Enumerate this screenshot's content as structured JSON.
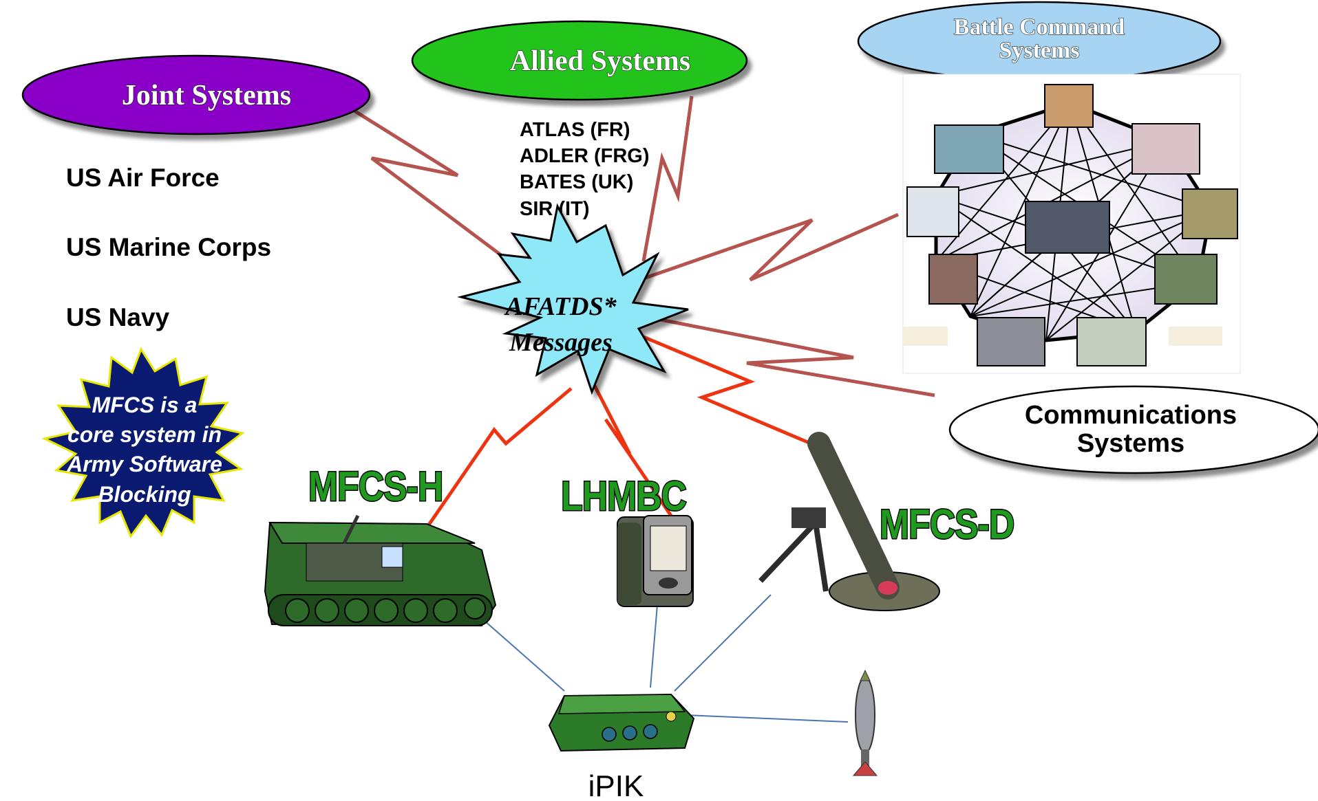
{
  "ovals": {
    "joint": "Joint Systems",
    "allied": "Allied Systems",
    "battle_line1": "Battle Command",
    "battle_line2": "Systems",
    "comms_line1": "Communications",
    "comms_line2": "Systems"
  },
  "joint_items": [
    "US Air Force",
    "US Marine Corps",
    "US Navy"
  ],
  "allied_items": [
    "ATLAS (FR)",
    "ADLER (FRG)",
    "BATES (UK)",
    "SIR (IT)"
  ],
  "center_star": {
    "line1": "AFATDS*",
    "line2": "Messages"
  },
  "blue_star": {
    "lines": [
      "MFCS is a",
      "core system in",
      "Army Software",
      "Blocking"
    ]
  },
  "devices": {
    "mfcs_h": "MFCS-H",
    "lhmbc": "LHMBC",
    "mfcs_d": "MFCS-D",
    "ipik": "iPIK"
  },
  "colors": {
    "joint_oval": "#8b00c9",
    "allied_oval": "#22c41c",
    "battle_oval": "#a8d4f4",
    "comms_oval": "#ffffff",
    "center_star": "#8ee8f8",
    "blue_star": "#0a1a70",
    "link_brown": "#b5534f",
    "link_red": "#ee3311",
    "link_blue": "#4a76b0"
  }
}
